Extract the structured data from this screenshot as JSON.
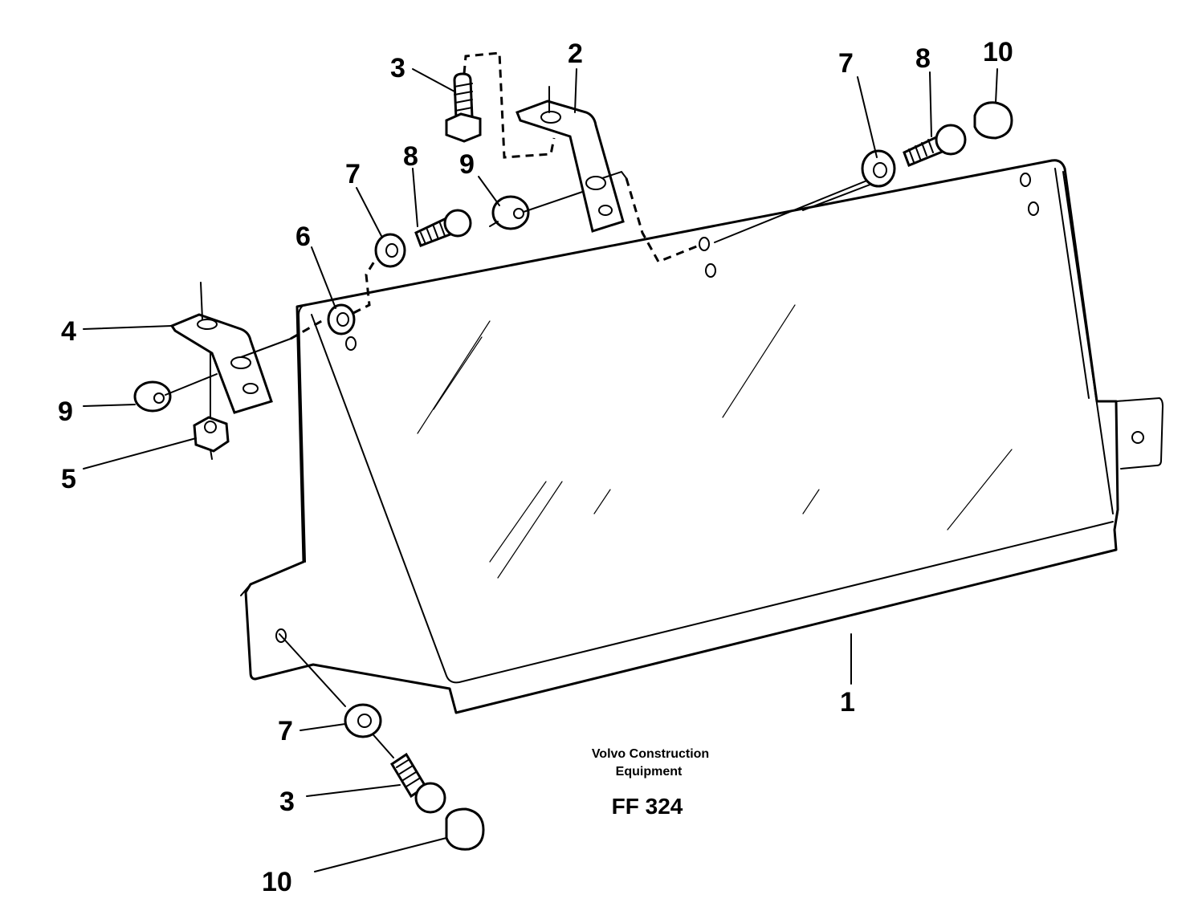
{
  "caption": {
    "line1": "Volvo Construction",
    "line2": "Equipment",
    "code": "FF 324"
  },
  "labels": {
    "part_1": "1",
    "part_2": "2",
    "part_3_top": "3",
    "part_3_bottom": "3",
    "part_4": "4",
    "part_5": "5",
    "part_6": "6",
    "part_7_left": "7",
    "part_7_right": "7",
    "part_7_bottom": "7",
    "part_8_left": "8",
    "part_8_right": "8",
    "part_9_left": "9",
    "part_9_mid": "9",
    "part_10_right": "10",
    "part_10_bottom": "10"
  }
}
